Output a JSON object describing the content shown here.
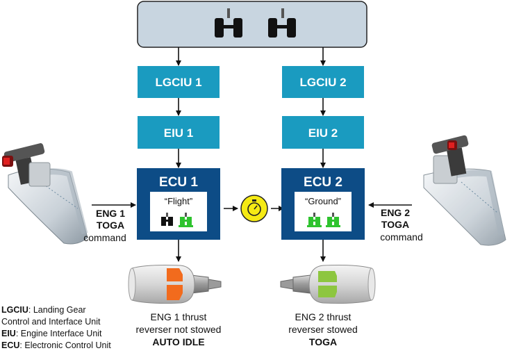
{
  "colors": {
    "box_teal": "#1a9bc0",
    "box_navy": "#0d4c86",
    "gear_panel": "#c8d5e0",
    "gear_green": "#2ec32e",
    "reverser_orange": "#f26b1d",
    "reverser_green": "#8dc63f",
    "timer_yellow": "#f5ea14"
  },
  "icons": {
    "landing_gear": "landing-gear-icon",
    "timer": "stopwatch-icon",
    "throttle": "throttle-lever-icon",
    "engine": "engine-nacelle-icon"
  },
  "lgciu1": "LGCIU 1",
  "lgciu2": "LGCIU 2",
  "eiu1": "EIU 1",
  "eiu2": "EIU 2",
  "ecu1": {
    "title": "ECU 1",
    "mode": "“Flight”",
    "gear_states": [
      "off",
      "on"
    ]
  },
  "ecu2": {
    "title": "ECU 2",
    "mode": "“Ground”",
    "gear_states": [
      "on",
      "on"
    ]
  },
  "eng1_command": {
    "line1": "ENG 1",
    "line2": "TOGA",
    "line3": "command"
  },
  "eng2_command": {
    "line1": "ENG 2",
    "line2": "TOGA",
    "line3": "command"
  },
  "eng1_status": {
    "line1": "ENG 1 thrust",
    "line2": "reverser not stowed",
    "line3": "AUTO IDLE"
  },
  "eng2_status": {
    "line1": "ENG 2 thrust",
    "line2": "reverser stowed",
    "line3": "TOGA"
  },
  "legend": [
    {
      "abbr": "LGCIU",
      "text": ": Landing Gear"
    },
    {
      "abbr": "",
      "text": "Control and Interface Unit"
    },
    {
      "abbr": "EIU",
      "text": ": Engine Interface Unit"
    },
    {
      "abbr": "ECU",
      "text": ": Electronic Control Unit"
    }
  ]
}
